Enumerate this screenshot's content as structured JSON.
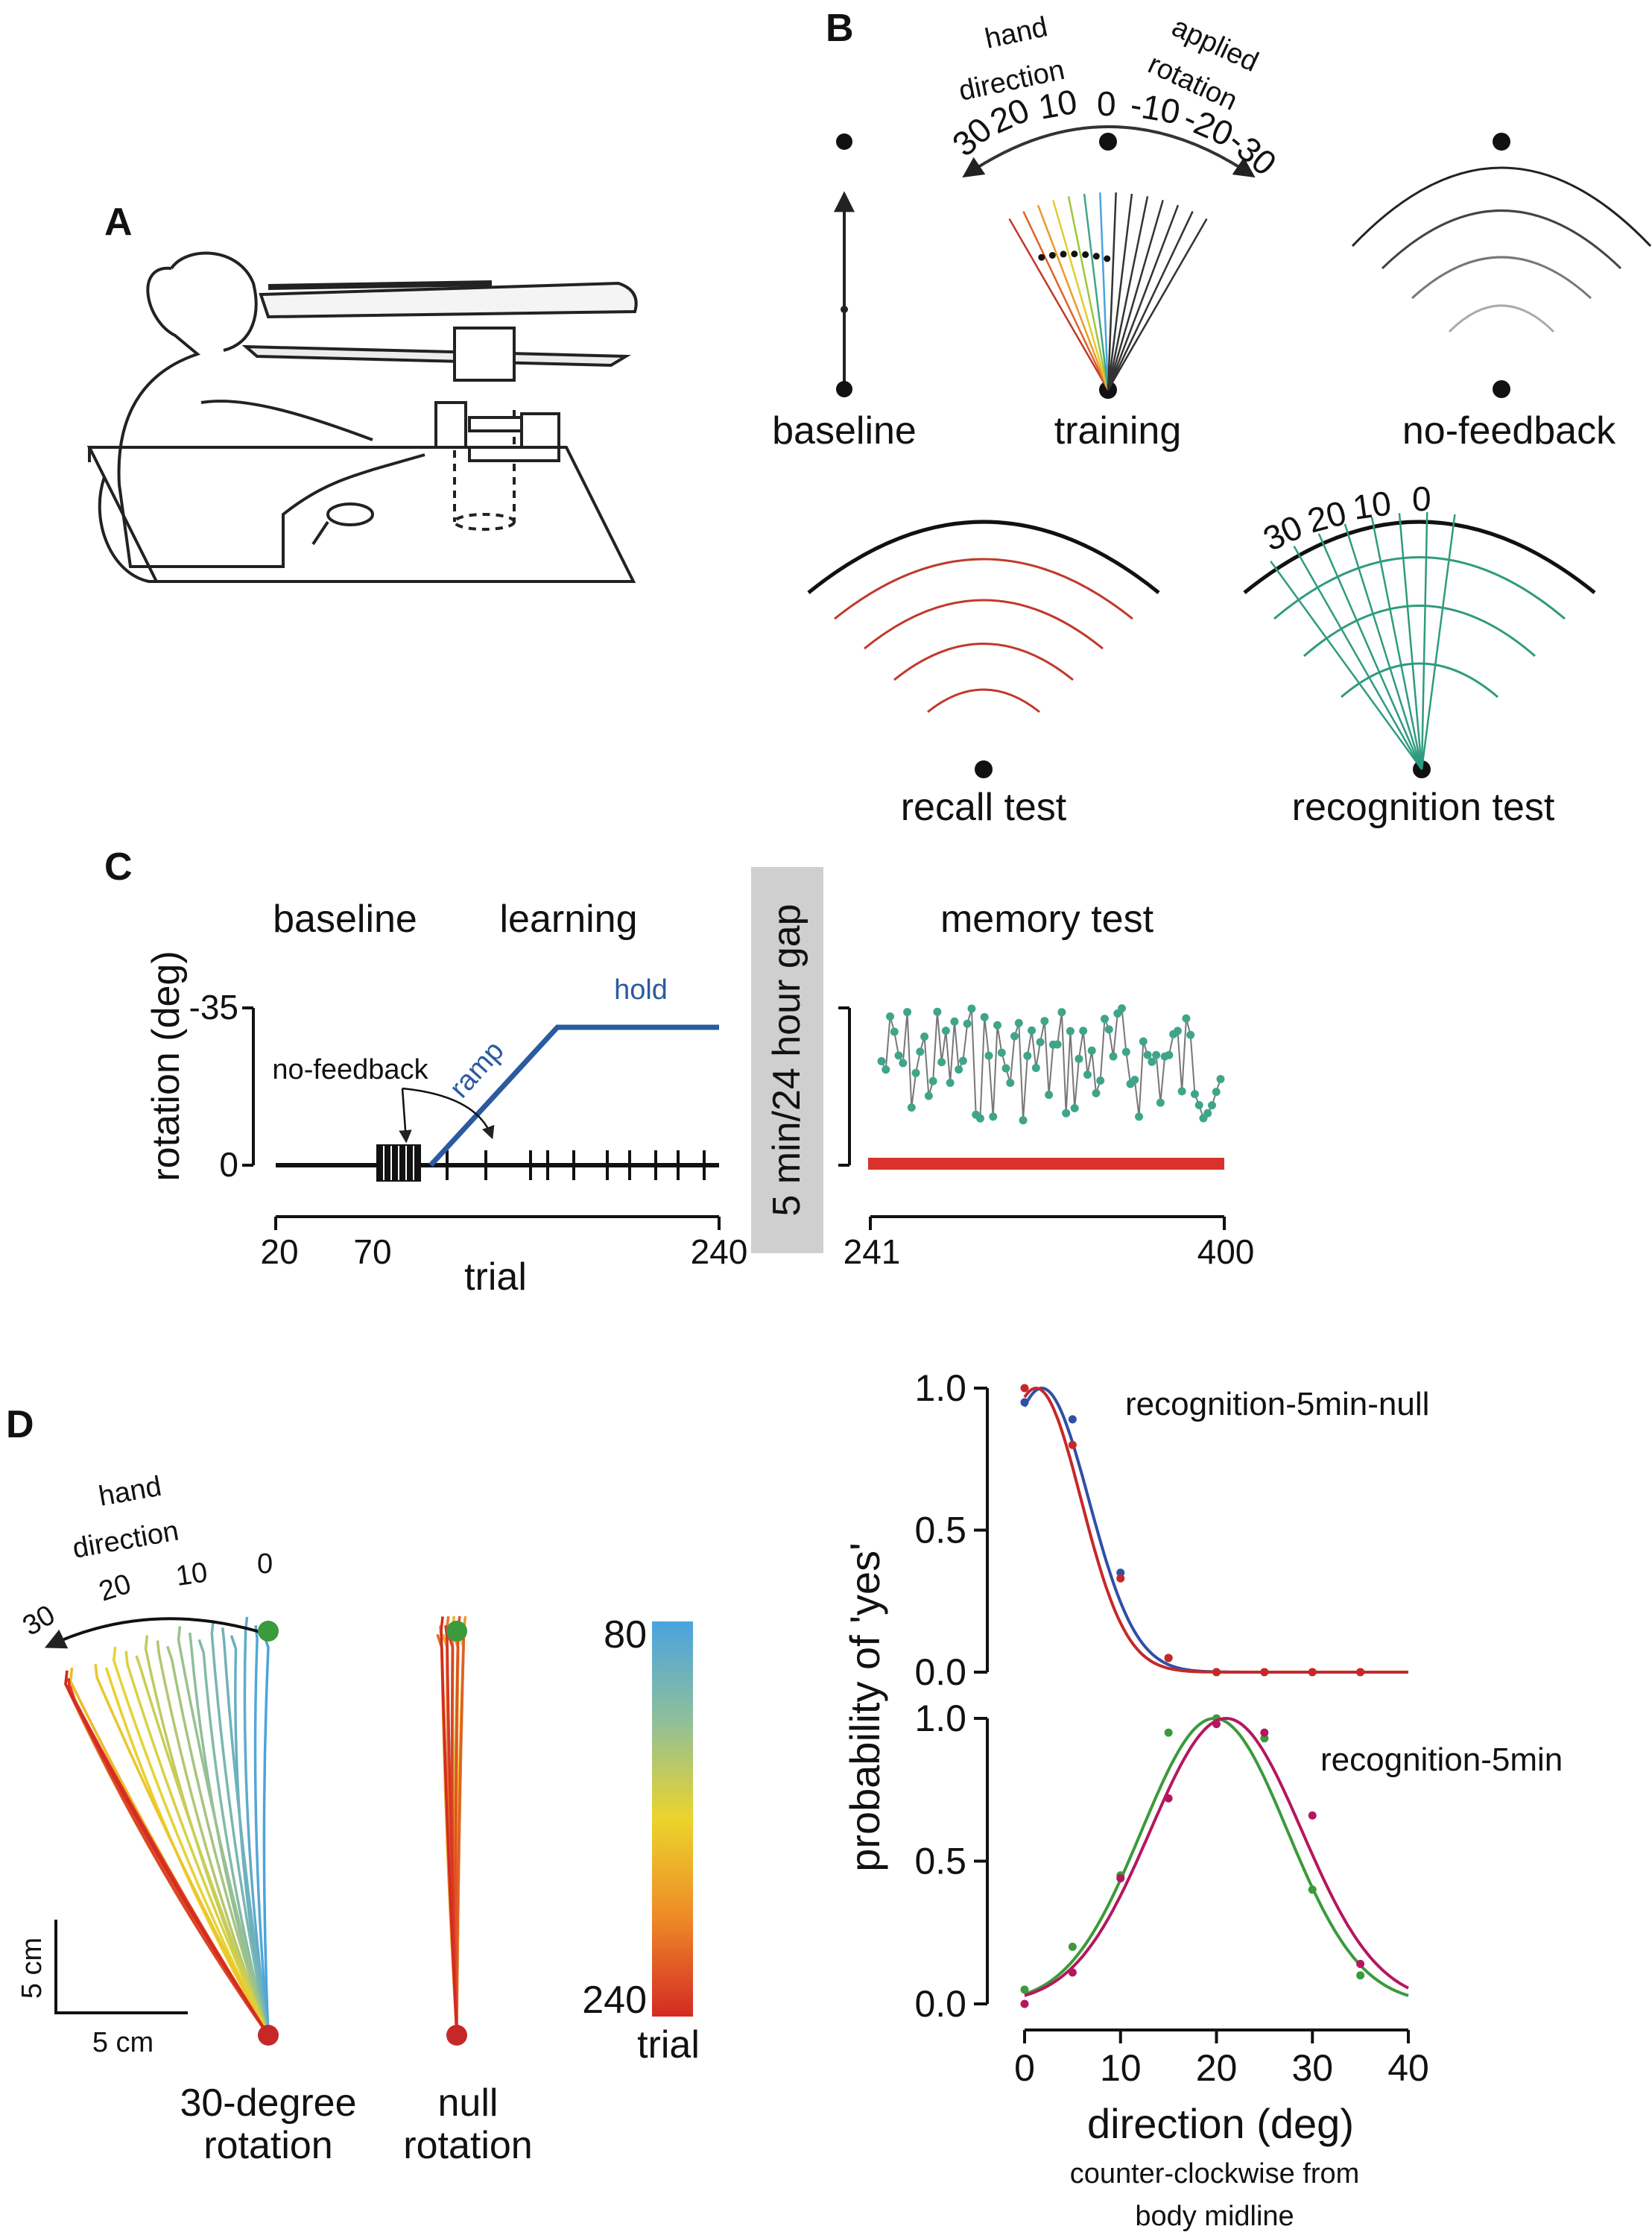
{
  "panel_labels": {
    "a": "A",
    "b": "B",
    "c": "C",
    "d": "D"
  },
  "panel_b": {
    "hand_direction": [
      "hand",
      "direction"
    ],
    "applied_rotation": [
      "applied",
      "rotation"
    ],
    "training_ticks": [
      "30",
      "20",
      "10",
      "0",
      "-10",
      "-20",
      "-30"
    ],
    "recognition_ticks": [
      "30",
      "20",
      "10",
      "0"
    ],
    "labels": {
      "baseline": "baseline",
      "training": "training",
      "no_feedback": "no-feedback",
      "recall": "recall test",
      "recognition": "recognition test"
    },
    "colors": {
      "recall": "#c0392b",
      "recognition": "#2e9b7e"
    }
  },
  "panel_c": {
    "phase_baseline": "baseline",
    "phase_learning": "learning",
    "phase_memory": "memory test",
    "gap_label": "5 min/24 hour gap",
    "ylabel": "rotation (deg)",
    "y_ticks": [
      "-35",
      "0"
    ],
    "x_ticks_left": [
      "20",
      "70",
      "240"
    ],
    "x_ticks_right": [
      "241",
      "400"
    ],
    "xlabel": "trial",
    "no_feedback_label": "no-feedback",
    "ramp_label": "ramp",
    "hold_label": "hold",
    "colors": {
      "rotation_line": "#2c5aa0",
      "memory_points": "#3fa58a",
      "memory_bar": "#d9322b",
      "gap_box": "#cfcfcf"
    }
  },
  "panel_d": {
    "hand_direction": [
      "hand",
      "direction"
    ],
    "dir_ticks": [
      "30",
      "20",
      "10",
      "0"
    ],
    "scale_v": "5 cm",
    "scale_h": "5 cm",
    "rot30_label": [
      "30-degree",
      "rotation"
    ],
    "null_label": [
      "null",
      "rotation"
    ],
    "colorbar_top": "80",
    "colorbar_bottom": "240",
    "colorbar_title": "trial",
    "colors": {
      "start_dot": "#3b9a3b",
      "end_dot": "#c62828"
    }
  },
  "chart_data": [
    {
      "type": "line",
      "title": "recognition-5min-null",
      "ylabel": "probability of 'yes'",
      "xlim": [
        0,
        40
      ],
      "ylim": [
        0,
        1
      ],
      "yticks": [
        "1.0",
        "0.5",
        "0.0"
      ],
      "series": [
        {
          "color": "#2f4fa8",
          "points": [
            {
              "x": 0,
              "y": 0.95
            },
            {
              "x": 5,
              "y": 0.89
            },
            {
              "x": 10,
              "y": 0.35
            },
            {
              "x": 15,
              "y": 0.05
            },
            {
              "x": 20,
              "y": 0.0
            },
            {
              "x": 25,
              "y": 0.0
            },
            {
              "x": 30,
              "y": 0.0
            },
            {
              "x": 35,
              "y": 0.0
            }
          ],
          "curve": {
            "shape": "gaussian",
            "mu": 1.8,
            "sigma": 4.9
          }
        },
        {
          "color": "#c62828",
          "points": [
            {
              "x": 0,
              "y": 1.0
            },
            {
              "x": 5,
              "y": 0.8
            },
            {
              "x": 10,
              "y": 0.33
            },
            {
              "x": 15,
              "y": 0.05
            },
            {
              "x": 20,
              "y": 0.0
            },
            {
              "x": 25,
              "y": 0.0
            },
            {
              "x": 30,
              "y": 0.0
            },
            {
              "x": 35,
              "y": 0.0
            }
          ],
          "curve": {
            "shape": "gaussian",
            "mu": 1.2,
            "sigma": 4.7
          }
        }
      ]
    },
    {
      "type": "line",
      "title": "recognition-5min",
      "xlabel": "direction (deg)",
      "xlabel_sub": [
        "counter-clockwise from",
        "body midline"
      ],
      "xlim": [
        0,
        40
      ],
      "ylim": [
        0,
        1
      ],
      "xticks": [
        "0",
        "10",
        "20",
        "30",
        "40"
      ],
      "yticks": [
        "1.0",
        "0.5",
        "0.0"
      ],
      "series": [
        {
          "color": "#3b9a3b",
          "points": [
            {
              "x": 0,
              "y": 0.05
            },
            {
              "x": 5,
              "y": 0.2
            },
            {
              "x": 10,
              "y": 0.45
            },
            {
              "x": 15,
              "y": 0.95
            },
            {
              "x": 20,
              "y": 1.0
            },
            {
              "x": 25,
              "y": 0.93
            },
            {
              "x": 30,
              "y": 0.4
            },
            {
              "x": 35,
              "y": 0.1
            }
          ],
          "curve": {
            "shape": "gaussian",
            "mu": 19.8,
            "sigma": 7.6
          }
        },
        {
          "color": "#b5175e",
          "points": [
            {
              "x": 0,
              "y": 0.0
            },
            {
              "x": 5,
              "y": 0.11
            },
            {
              "x": 10,
              "y": 0.44
            },
            {
              "x": 15,
              "y": 0.72
            },
            {
              "x": 20,
              "y": 0.98
            },
            {
              "x": 25,
              "y": 0.95
            },
            {
              "x": 30,
              "y": 0.66
            },
            {
              "x": 35,
              "y": 0.14
            }
          ],
          "curve": {
            "shape": "gaussian",
            "mu": 21.0,
            "sigma": 7.9
          }
        }
      ]
    }
  ]
}
